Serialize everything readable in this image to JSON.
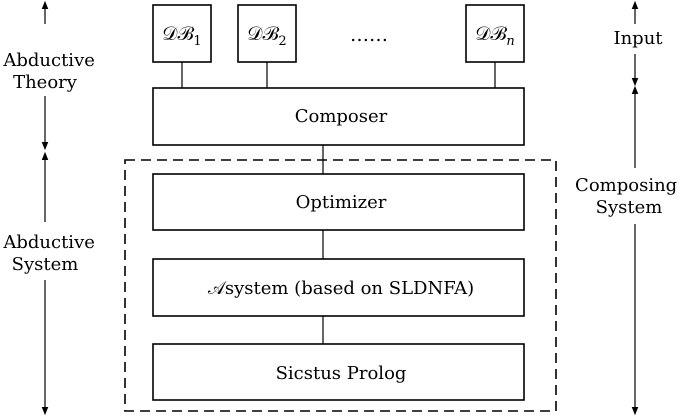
{
  "databases": [
    {
      "base": "𝒟ℬ",
      "sub": "1"
    },
    {
      "base": "𝒟ℬ",
      "sub": "2"
    },
    {
      "base": "𝒟ℬ",
      "sub": "n"
    }
  ],
  "ellipsis": "……",
  "composer": "Composer",
  "optimizer": "Optimizer",
  "asystem": "𝒜system (based on SLDNFA)",
  "prolog": "Sicstus Prolog",
  "left_labels": {
    "abductive_theory": [
      "Abductive",
      "Theory"
    ],
    "abductive_system": [
      "Abductive",
      "System"
    ]
  },
  "right_labels": {
    "input": "Input",
    "composing_system": [
      "Composing",
      "System"
    ]
  }
}
